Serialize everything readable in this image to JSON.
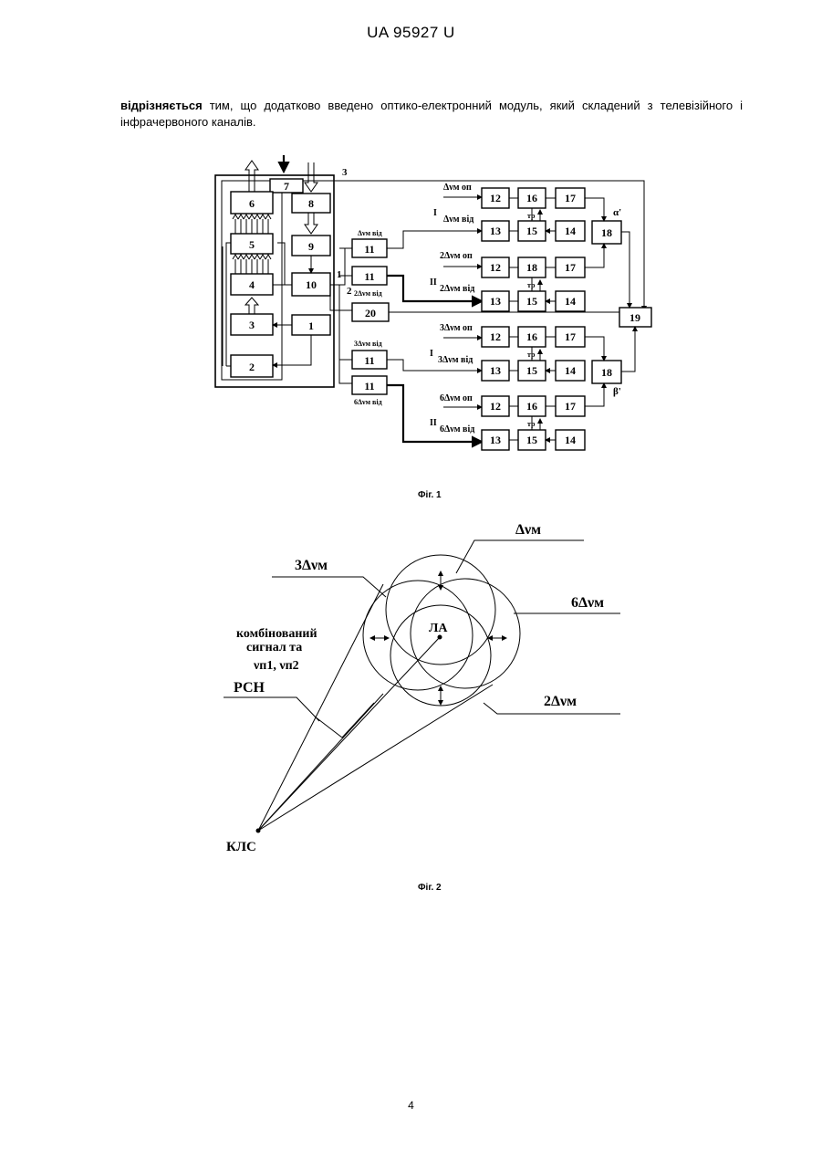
{
  "header": {
    "patent_number": "UA   95927   U"
  },
  "paragraph": {
    "bold_lead": "відрізняється",
    "text": " тим, що додатково введено оптико-електронний модуль, який складений з телевізійного і інфрачервоного каналів."
  },
  "figure1": {
    "caption": "Фіг. 1",
    "left_blocks": [
      "1",
      "2",
      "3",
      "4",
      "5",
      "6",
      "7",
      "8",
      "9",
      "10"
    ],
    "block20": "20",
    "channels": {
      "top_dv_od": "Δνм від",
      "dv_2_od": "2Δνм від",
      "dv_3_od": "3Δνм від",
      "dv_6_od": "6Δνм від",
      "g1_op": "Δνм оп",
      "g1_od": "Δνм від",
      "g2_op": "2Δνм оп",
      "g2_od": "2Δνм від",
      "g3_op": "3Δνм оп",
      "g3_od": "3Δνм від",
      "g4_op": "6Δνм оп",
      "g4_od": "6Δνм від"
    },
    "numbers": {
      "b11": "11",
      "b12": "12",
      "b13": "13",
      "b14": "14",
      "b15": "15",
      "b16": "16",
      "b17": "17",
      "b18": "18",
      "b19": "19"
    },
    "marks": {
      "one": "1",
      "two": "2",
      "three": "3",
      "roman_I": "I",
      "roman_II": "II",
      "tr": "тр",
      "alpha": "α'",
      "beta": "β'"
    }
  },
  "figure2": {
    "caption": "Фіг. 2",
    "labels": {
      "dv": "Δνм",
      "dv3": "3Δνм",
      "dv6": "6Δνм",
      "dv2": "2Δνм",
      "combined_1": "комбінований",
      "combined_2": "сигнал та",
      "combined_3": "νп1, νп2",
      "rsn": "РСН",
      "la": "ЛА",
      "kls": "КЛС"
    }
  },
  "page_number": "4"
}
